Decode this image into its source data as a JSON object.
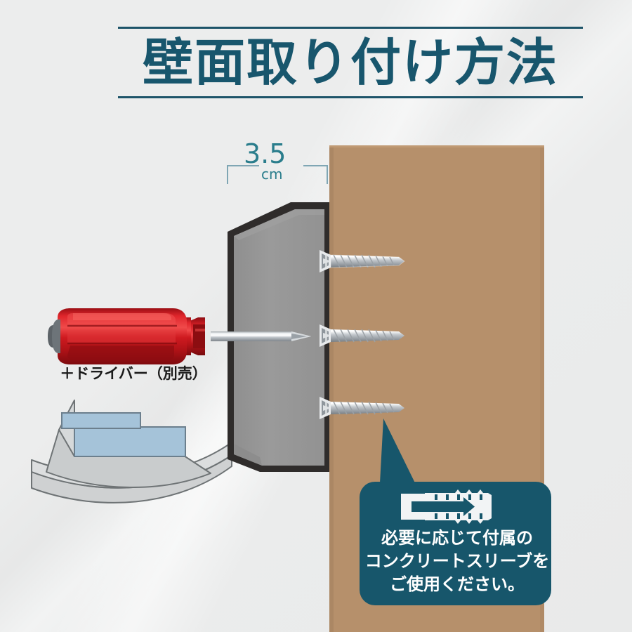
{
  "page": {
    "background_color": "#eceded",
    "accent_color": "#18566d",
    "wall_color": "#b6906b",
    "bracket_color": "#969696",
    "bracket_outline_color": "#2f2c2b",
    "screw_color": "#c9cbcd",
    "handle_color": "#c8161d",
    "callout_color": "#17566b"
  },
  "header": {
    "title": "壁面取り付け方法",
    "rule_top": "horizontal-rule",
    "rule_bottom": "horizontal-rule"
  },
  "dimension": {
    "value": "3.5",
    "unit": "cm",
    "name": "bracket-depth-dimension"
  },
  "tool": {
    "caption": "＋ドライバー（別売）",
    "icon": "phillips-screwdriver"
  },
  "callout": {
    "icon": "concrete-anchor-sleeve-icon",
    "lines": [
      "必要に応じて付属の",
      "コンクリートスリーブを",
      "ご使用ください。"
    ],
    "line1": "必要に応じて付属の",
    "line2": "コンクリートスリーブを",
    "line3": "ご使用ください。"
  },
  "diagram": {
    "wall": "wall-slab",
    "bracket": "mounting-bracket-plate",
    "screws": [
      "screw-top",
      "screw-middle",
      "screw-bottom"
    ],
    "base_shape": "mount-base-shape"
  }
}
